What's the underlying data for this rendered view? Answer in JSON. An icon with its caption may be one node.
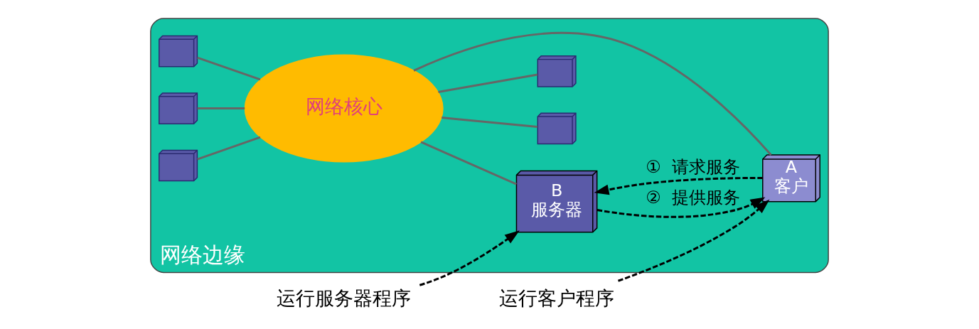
{
  "diagram": {
    "nodes": [
      {
        "text": [
          "网络边缘"
        ]
      },
      {
        "text": [
          "运行客户程序"
        ]
      },
      {
        "text": [],
        "shape": "computer",
        "in": 0
      },
      {
        "text": [],
        "shape": "computer",
        "in": 0
      },
      {
        "text": [],
        "shape": "computer",
        "in": 0
      },
      {
        "text": [
          "运行服务器程序"
        ]
      },
      {
        "text": [
          "B",
          "服务器"
        ],
        "in": 0
      },
      {
        "text": [
          "A",
          "客户"
        ],
        "in": 0
      },
      {
        "text": [
          "网络核心"
        ],
        "in": 0
      },
      {
        "text": [],
        "shape": "computer",
        "in": 0
      },
      {
        "text": [],
        "shape": "computer",
        "in": 0
      }
    ],
    "edges": [
      {
        "from": 1,
        "to": 7,
        "arrow": "to",
        "style": "dashed",
        "color": "#000000"
      },
      {
        "from": 5,
        "to": 6,
        "arrow": "to",
        "style": "dashed",
        "color": "#000000"
      },
      {
        "from": 7,
        "to": 6,
        "arrow": "to",
        "label": "①  请求服务",
        "style": "dashed",
        "color": "#000000"
      },
      {
        "from": 6,
        "to": 7,
        "arrow": "to",
        "label": "②  提供服务",
        "style": "dashed",
        "color": "#000000"
      },
      {
        "from": 7,
        "to": 8,
        "arrow": "none"
      },
      {
        "from": 8,
        "to": 6,
        "arrow": "none"
      },
      {
        "from": 2,
        "to": 8,
        "arrow": "none"
      },
      {
        "from": 3,
        "to": 8,
        "arrow": "none"
      },
      {
        "from": 8,
        "to": 4,
        "arrow": "none"
      },
      {
        "from": 9,
        "to": 8,
        "arrow": "none"
      },
      {
        "from": 8,
        "to": 10,
        "arrow": "none"
      }
    ]
  }
}
